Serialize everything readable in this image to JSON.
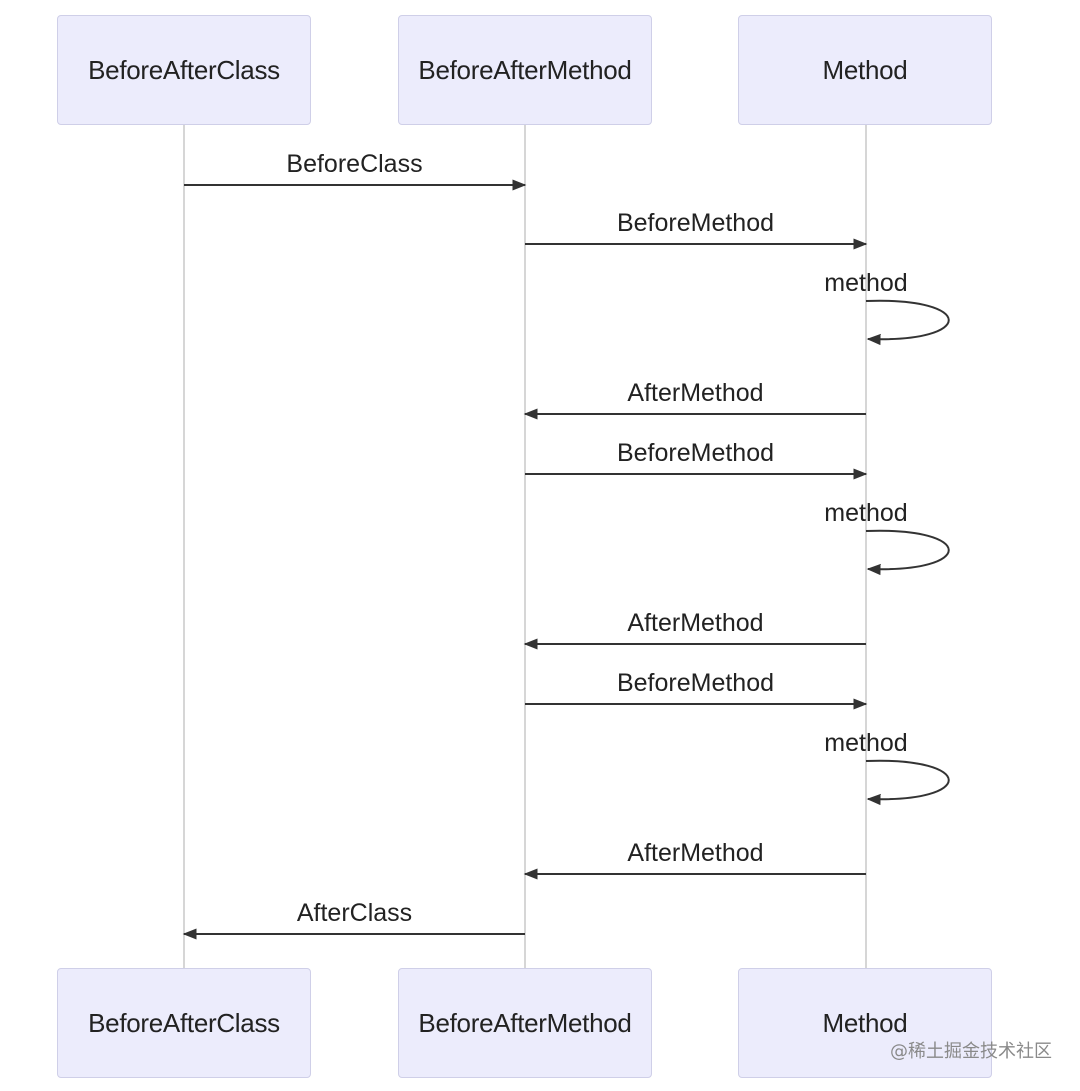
{
  "actors": [
    {
      "id": "c",
      "label": "BeforeAfterClass"
    },
    {
      "id": "m",
      "label": "BeforeAfterMethod"
    },
    {
      "id": "x",
      "label": "Method"
    }
  ],
  "messages": [
    {
      "from": "c",
      "to": "m",
      "label": "BeforeClass"
    },
    {
      "from": "m",
      "to": "x",
      "label": "BeforeMethod"
    },
    {
      "from": "x",
      "to": "x",
      "label": "method"
    },
    {
      "from": "x",
      "to": "m",
      "label": "AfterMethod"
    },
    {
      "from": "m",
      "to": "x",
      "label": "BeforeMethod"
    },
    {
      "from": "x",
      "to": "x",
      "label": "method"
    },
    {
      "from": "x",
      "to": "m",
      "label": "AfterMethod"
    },
    {
      "from": "m",
      "to": "x",
      "label": "BeforeMethod"
    },
    {
      "from": "x",
      "to": "x",
      "label": "method"
    },
    {
      "from": "x",
      "to": "m",
      "label": "AfterMethod"
    },
    {
      "from": "m",
      "to": "c",
      "label": "AfterClass"
    }
  ],
  "watermark": "@稀土掘金技术社区",
  "colors": {
    "actor_fill": "#ececfc",
    "actor_border": "#cfcfe8",
    "lifeline": "#c8c8c8",
    "arrow": "#333333",
    "text": "#222222"
  }
}
